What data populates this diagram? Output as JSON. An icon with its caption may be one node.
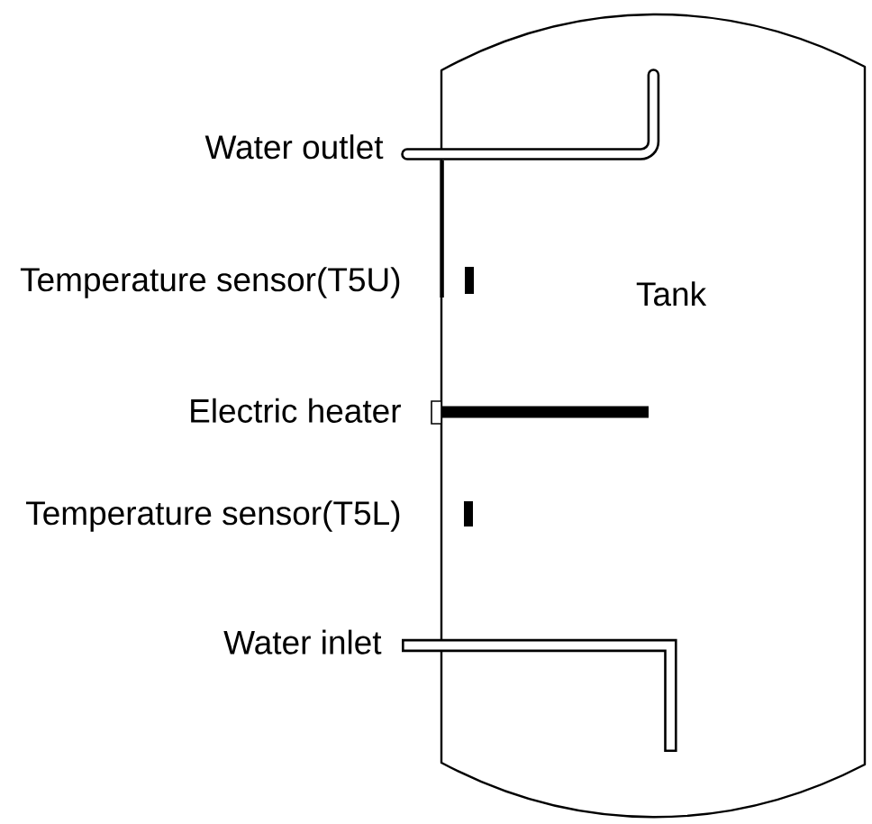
{
  "diagram": {
    "nodes": [
      {
        "text": [
          "Tank"
        ]
      }
    ],
    "labels": [
      "Water outlet",
      "Temperature sensor(T5U)",
      "Electric heater",
      "Temperature sensor(T5L)",
      "Water inlet"
    ]
  }
}
